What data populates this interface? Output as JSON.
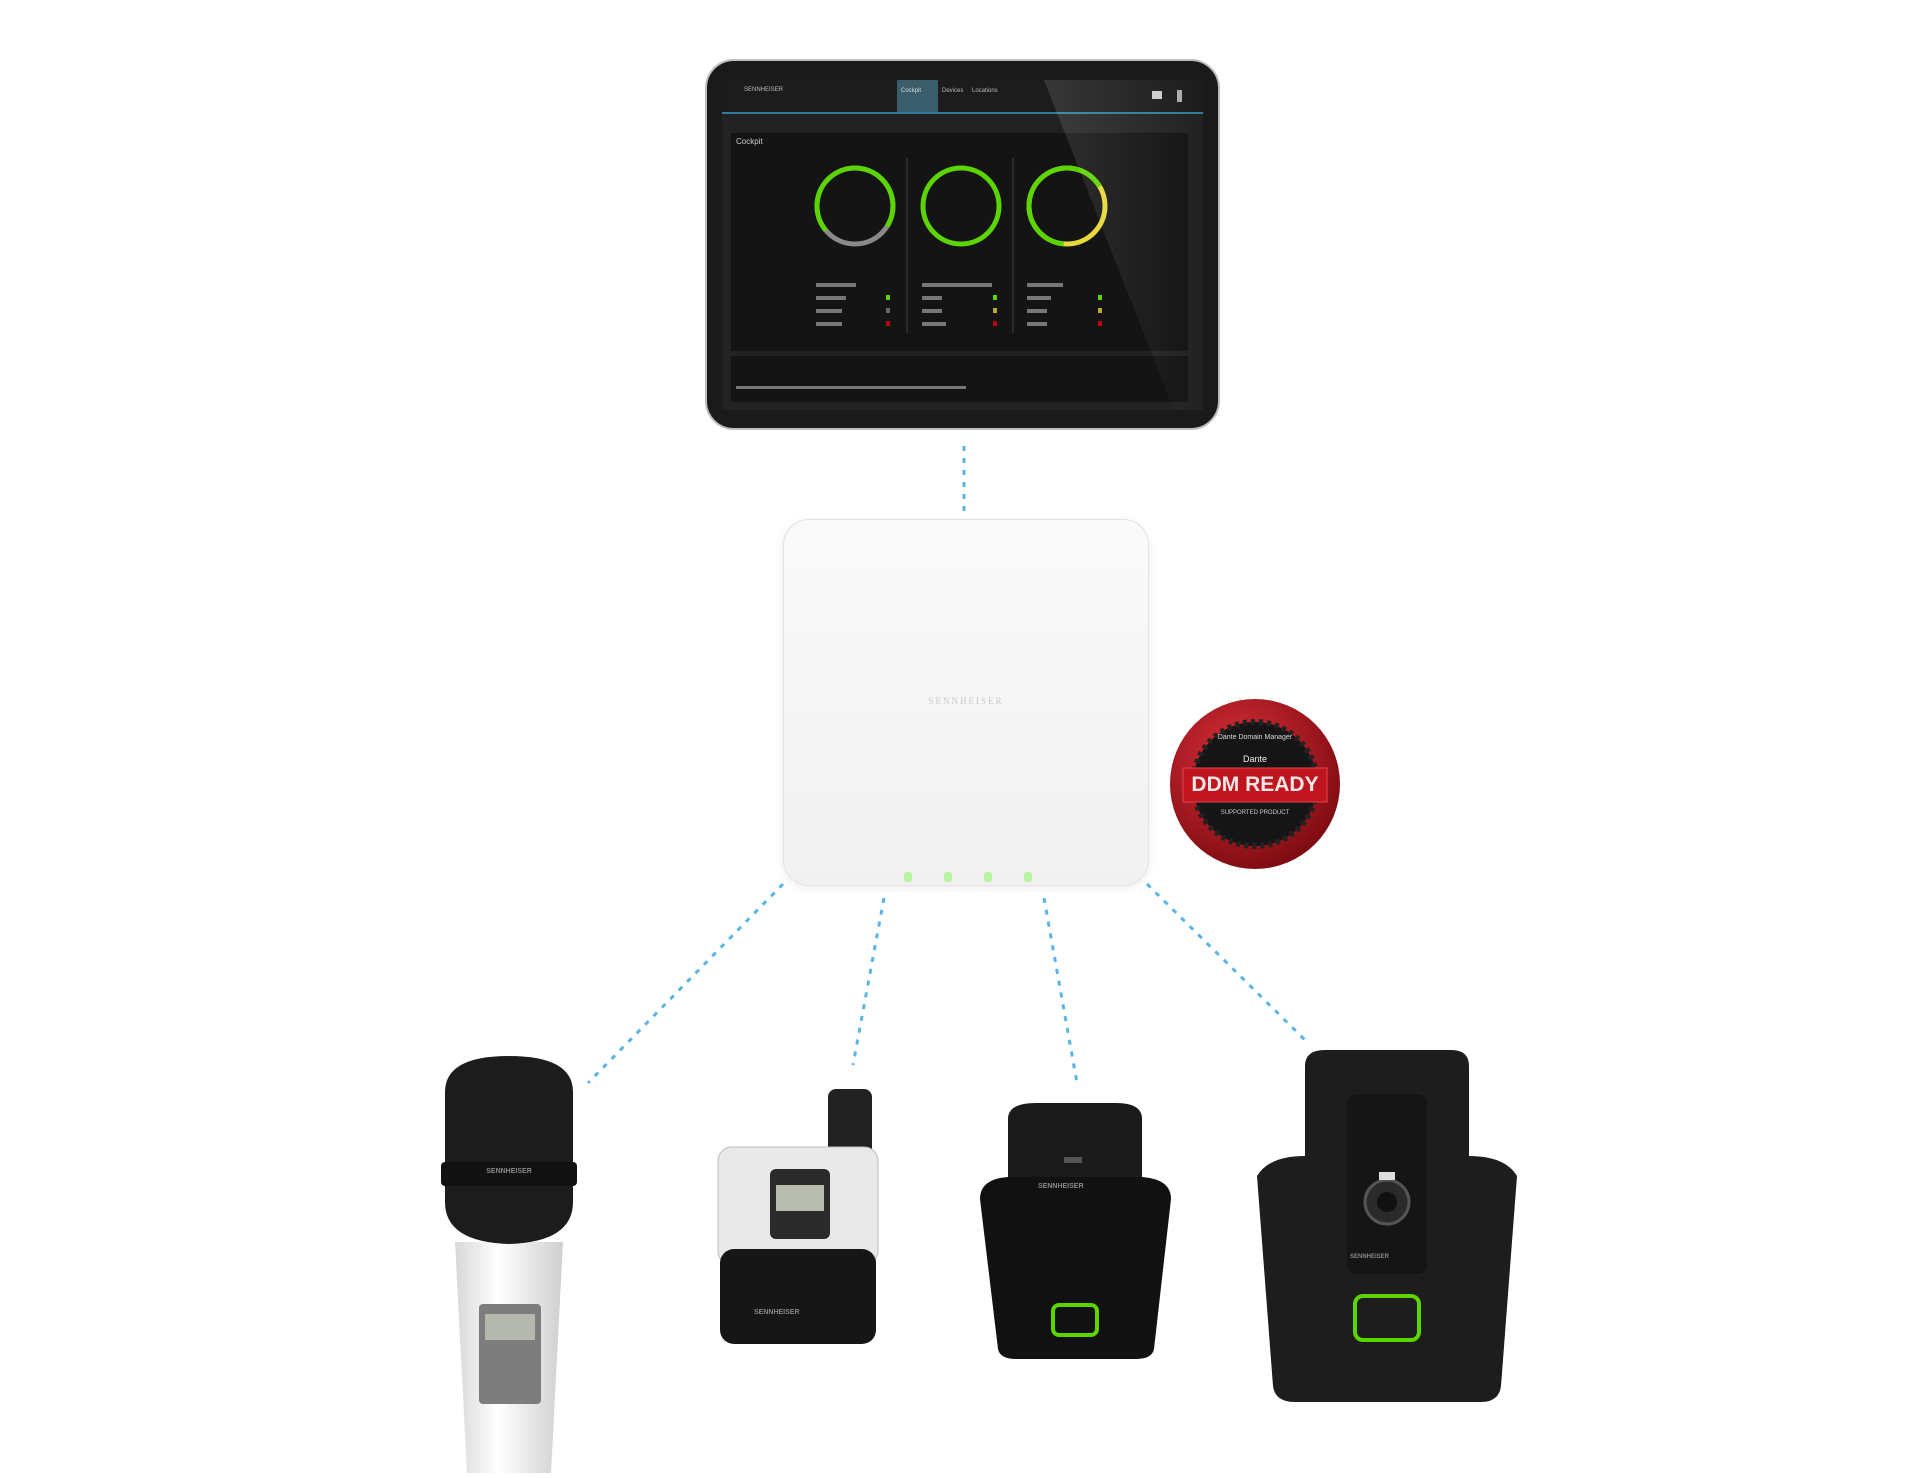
{
  "tablet": {
    "brand": "SENNHEISER",
    "tabs": [
      "Cockpit",
      "Devices",
      "Locations"
    ],
    "active_tab": "Cockpit",
    "panel_title": "Cockpit",
    "gauges": [
      {
        "green_fraction": 0.7,
        "rest_color": "#8a8a8a"
      },
      {
        "green_fraction": 1.0,
        "rest_color": "#5bd400"
      },
      {
        "green_fraction": 0.65,
        "rest_color": "#e8d83a"
      }
    ]
  },
  "hub": {
    "brand": "SENNHEISER",
    "led_count": 4
  },
  "badge": {
    "top_text": "Dante Domain Manager",
    "middle_text": "Dante",
    "main_text": "DDM READY",
    "bottom_text": "SUPPORTED PRODUCT"
  },
  "devices": {
    "handheld": {
      "brand": "SENNHEISER"
    },
    "bodypack": {
      "brand": "SENNHEISER"
    },
    "boundary": {
      "brand": "SENNHEISER"
    },
    "table_base": {
      "brand": "SENNHEISER"
    }
  },
  "colors": {
    "link": "#5ab4e6",
    "accent_green": "#5bd400",
    "badge_red": "#c0141e"
  }
}
